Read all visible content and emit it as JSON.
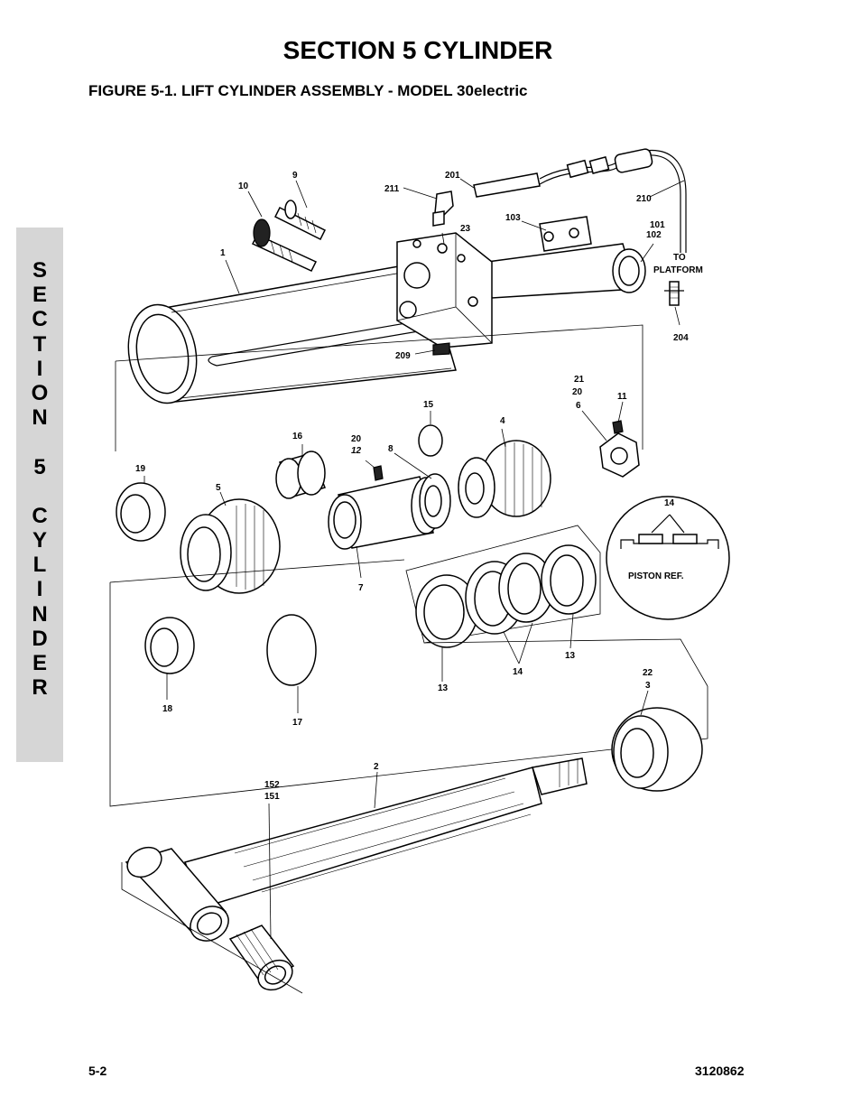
{
  "section_title": "SECTION 5  CYLINDER",
  "figure_title": "FIGURE 5-1.    LIFT CYLINDER ASSEMBLY - MODEL 30electric",
  "side_tab": {
    "letters": [
      "S",
      "E",
      "C",
      "T",
      "I",
      "O",
      "N",
      "",
      "5",
      "",
      "C",
      "Y",
      "L",
      "I",
      "N",
      "D",
      "E",
      "R"
    ]
  },
  "callouts": {
    "c1": "1",
    "c2": "2",
    "c3": "3",
    "c4": "4",
    "c5": "5",
    "c6": "6",
    "c7": "7",
    "c8": "8",
    "c9": "9",
    "c10": "10",
    "c11": "11",
    "c12": "12",
    "c13a": "13",
    "c13b": "13",
    "c14a": "14",
    "c14b": "14",
    "c15": "15",
    "c16": "16",
    "c17": "17",
    "c18": "18",
    "c19": "19",
    "c20a": "20",
    "c20b": "20",
    "c21": "21",
    "c22": "22",
    "c23": "23",
    "c101": "101",
    "c102": "102",
    "c103": "103",
    "c151": "151",
    "c152": "152",
    "c201": "201",
    "c204": "204",
    "c209": "209",
    "c210": "210",
    "c211": "211"
  },
  "annotations": {
    "to_platform_line1": "TO",
    "to_platform_line2": "PLATFORM",
    "piston_ref": "PISTON REF."
  },
  "footer": {
    "page_number": "5-2",
    "doc_number": "3120862"
  }
}
